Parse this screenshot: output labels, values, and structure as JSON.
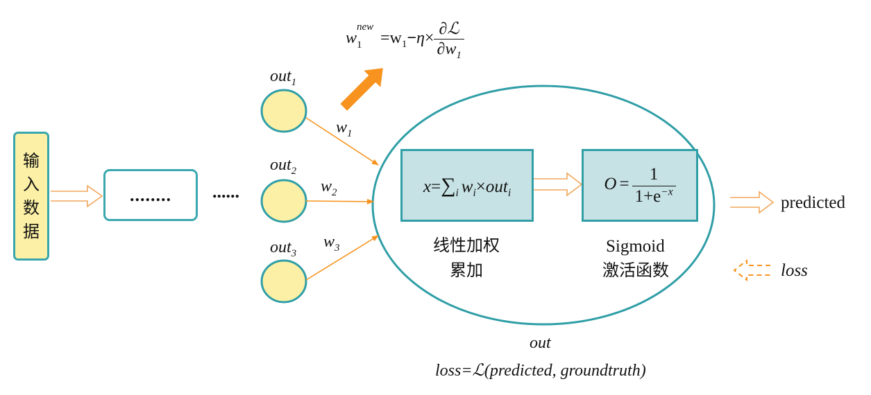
{
  "input": {
    "label_chars": [
      "输",
      "入",
      "数",
      "据"
    ]
  },
  "hidden_box": {
    "text": "........"
  },
  "ellipsis": "......",
  "nodes": [
    {
      "name": "out",
      "sub": "1",
      "weight": "w",
      "weight_sub": "1"
    },
    {
      "name": "out",
      "sub": "2",
      "weight": "w",
      "weight_sub": "2"
    },
    {
      "name": "out",
      "sub": "3",
      "weight": "w",
      "weight_sub": "3"
    }
  ],
  "update_formula": {
    "lhs_base": "w",
    "lhs_sub": "1",
    "lhs_sup": "new",
    "rhs_prefix": "=w",
    "rhs_sub": "1",
    "minus": "−",
    "eta": "η",
    "times": "×",
    "frac_num": "∂ℒ",
    "frac_den": "∂w",
    "frac_den_sub": "1"
  },
  "linear_box": {
    "formula": {
      "x": "x",
      "eq": "=",
      "sum": "∑",
      "sum_sub": "i",
      "w": "w",
      "w_sub": "i",
      "times": "×",
      "out": "out",
      "out_sub": "i"
    },
    "caption_line1": "线性加权",
    "caption_line2": "累加"
  },
  "sigmoid_box": {
    "formula": {
      "O": "O",
      "eq": "=",
      "num": "1",
      "den_prefix": "1+e",
      "den_sup": "−x"
    },
    "caption_line1": "Sigmoid",
    "caption_line2": "激活函数"
  },
  "predicted_label": "predicted",
  "loss_label": "loss",
  "out_label": "out",
  "loss_formula": "loss=ℒ(predicted, groundtruth)",
  "colors": {
    "teal": "#2f9ea6",
    "node_fill": "#fbf0a6",
    "box_fill": "#c7e2e5",
    "orange": "#f7931e",
    "hollow_arrow": "#f0a65a"
  }
}
